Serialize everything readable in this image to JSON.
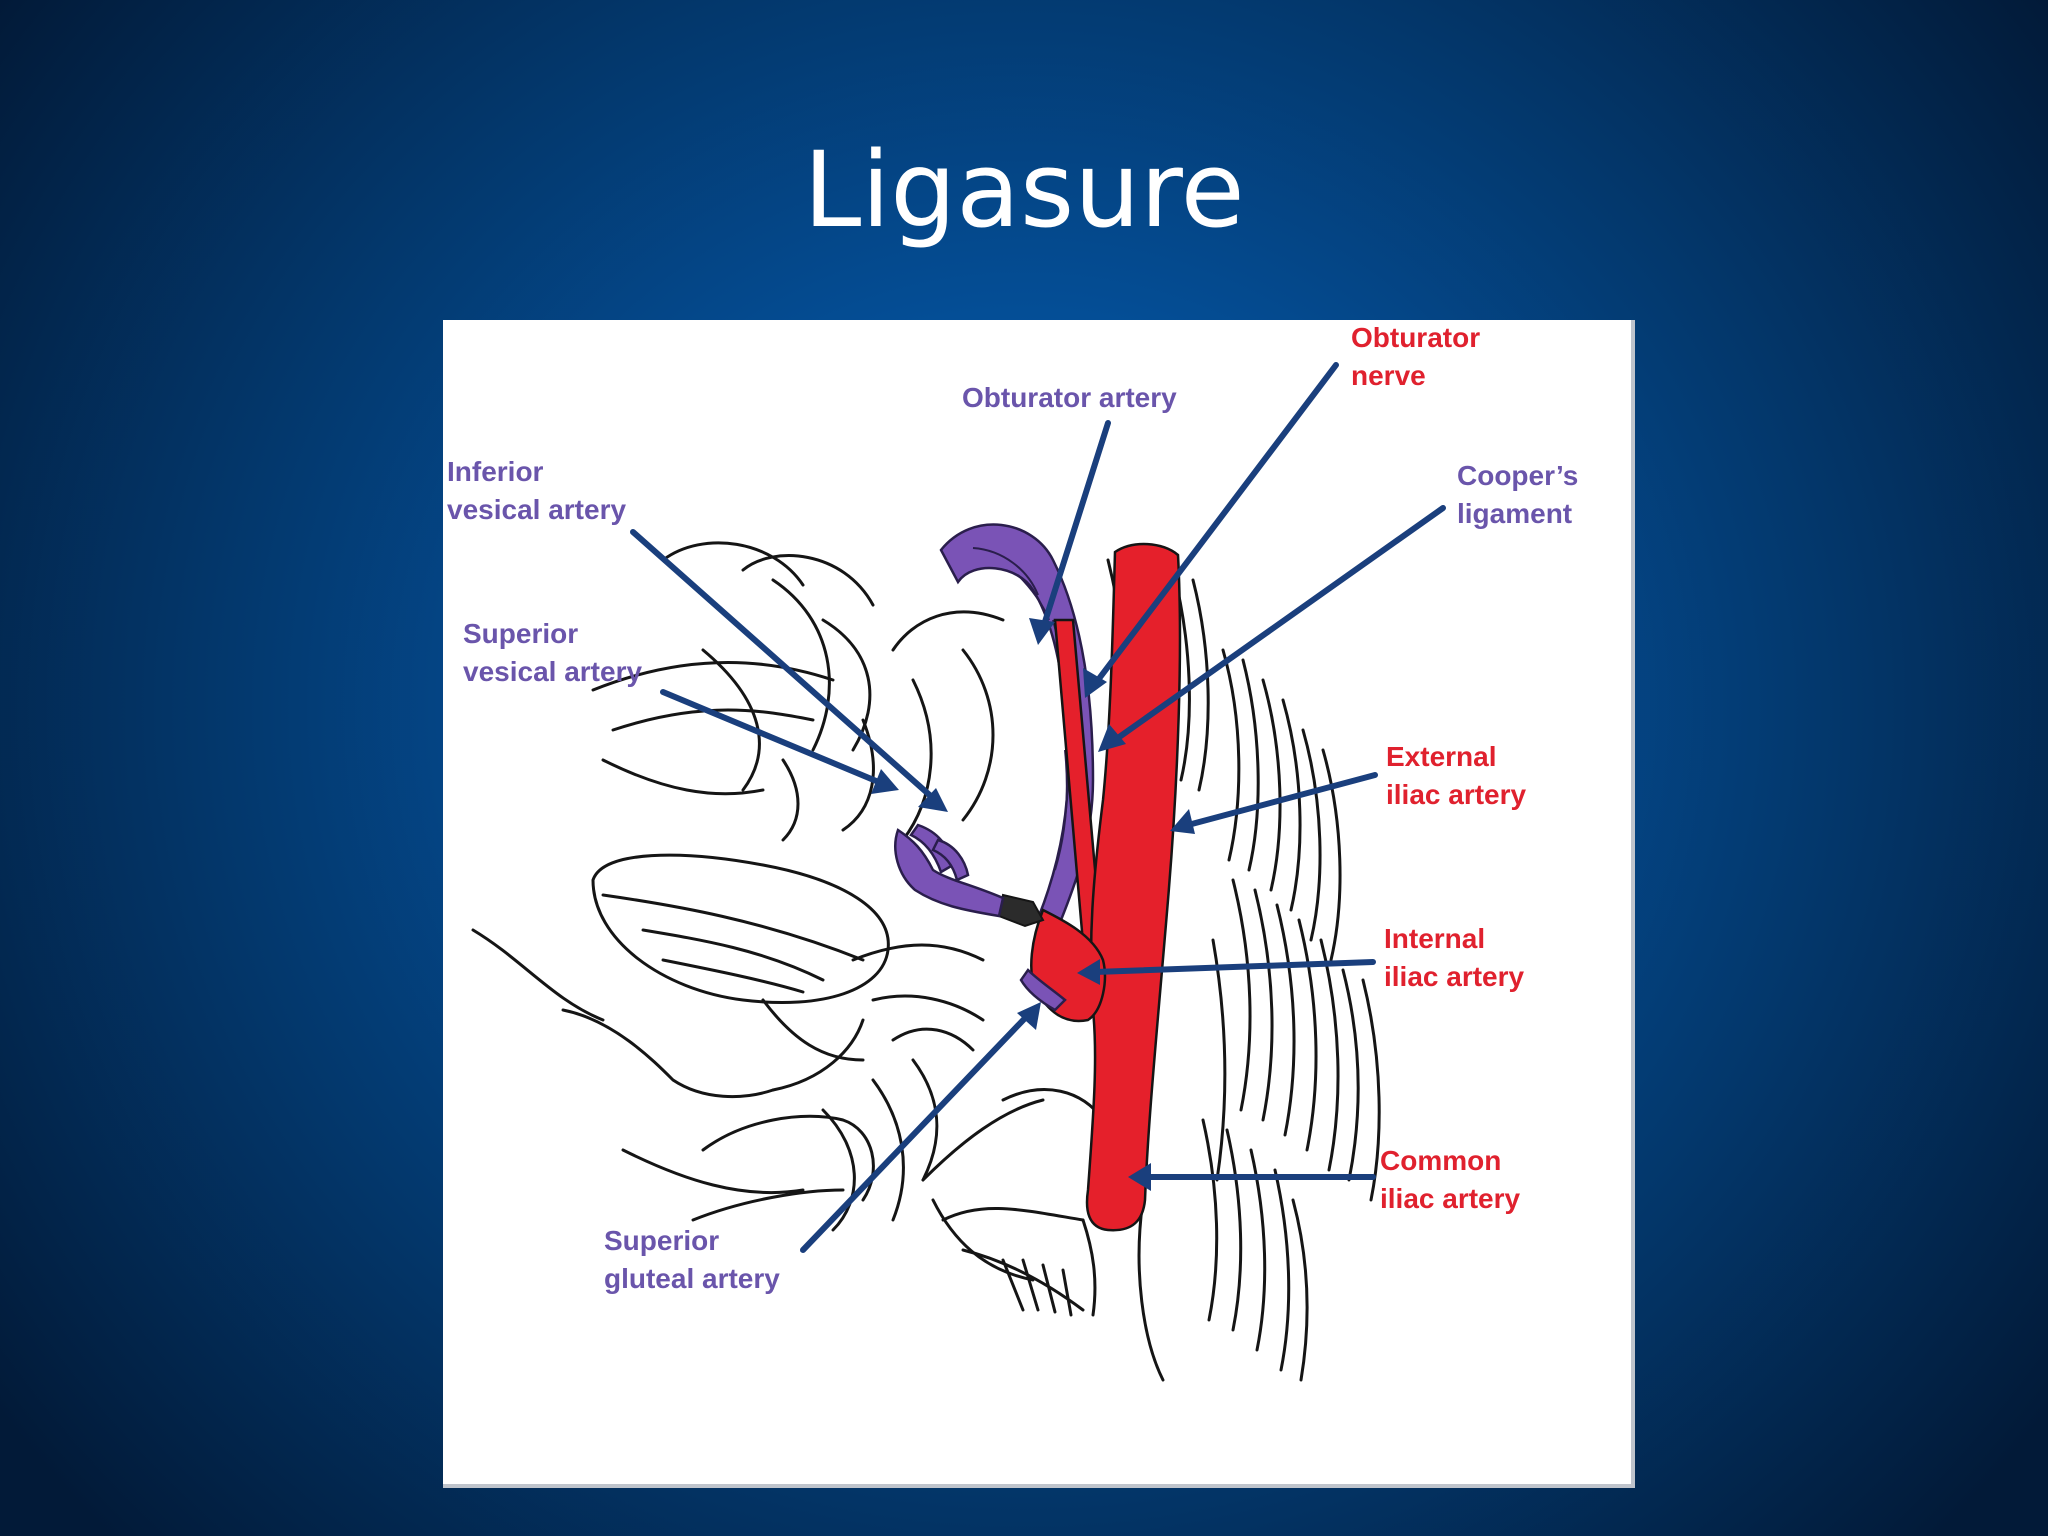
{
  "slide": {
    "title": "Ligasure",
    "background_colors": [
      "#0864b4",
      "#03376b",
      "#021a38"
    ]
  },
  "diagram": {
    "colors": {
      "artery_red": "#e5202b",
      "vein_purple": "#7a53b6",
      "arrow_navy": "#1a3f7d",
      "label_purple": "#6a55ab",
      "label_red": "#e0212e"
    },
    "labels": {
      "obturator_nerve": [
        "Obturator",
        "nerve"
      ],
      "obturator_artery": [
        "Obturator artery"
      ],
      "inferior_vesical_artery": [
        "Inferior",
        "vesical artery"
      ],
      "coopers_ligament": [
        "Cooper’s",
        "ligament"
      ],
      "superior_vesical_artery": [
        "Superior",
        "vesical artery"
      ],
      "external_iliac_artery": [
        "External",
        "iliac artery"
      ],
      "internal_iliac_artery": [
        "Internal",
        "iliac artery"
      ],
      "common_iliac_artery": [
        "Common",
        "iliac artery"
      ],
      "superior_gluteal_artery": [
        "Superior",
        "gluteal artery"
      ]
    }
  }
}
